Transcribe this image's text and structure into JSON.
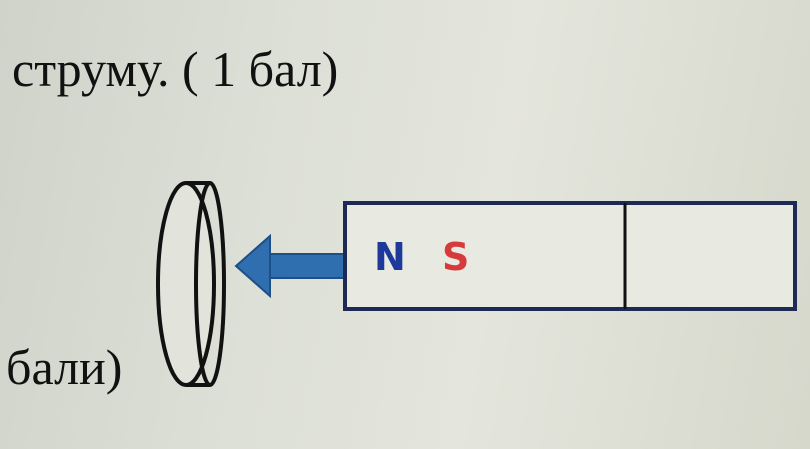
{
  "text": {
    "line_top": "струму.  ( 1 бал)",
    "line_bottom": "бали)"
  },
  "magnet": {
    "north_label": "N",
    "south_label": "S",
    "north_color": "#1d3a9a",
    "south_color": "#d63a3a"
  },
  "arrow": {
    "color": "#2f6fb0",
    "direction": "left"
  }
}
